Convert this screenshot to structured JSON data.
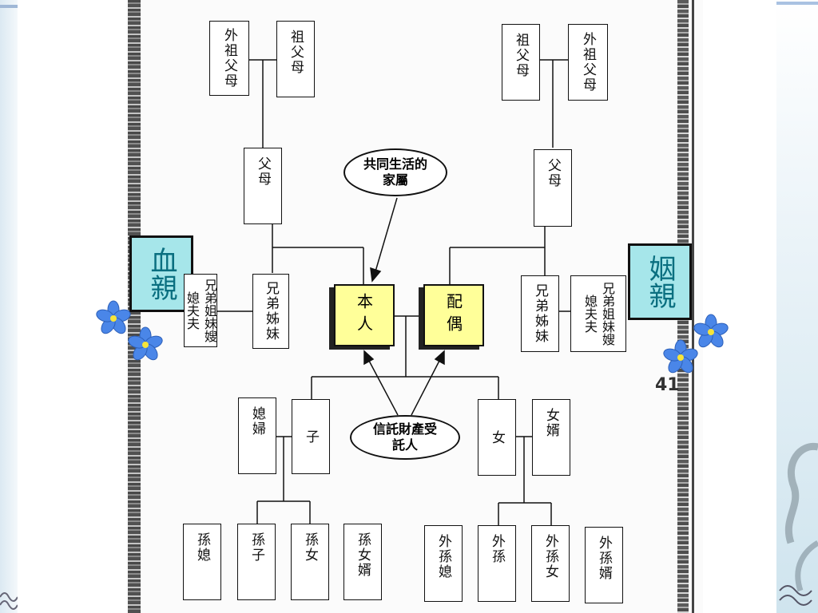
{
  "relations": {
    "mat_grandparents": "外祖父母",
    "pat_grandparents_l": "祖父母",
    "pat_grandparents_r": "祖父母",
    "mat_grandparents_r": "外祖父母",
    "parents_l": "父母",
    "parents_r": "父母",
    "siblings_l": "兄弟姊妹",
    "siblings_spouse_l": "兄弟姐妹嫂媳夫夫",
    "siblings_r": "兄弟姊妹",
    "siblings_spouse_r": "兄弟姐妹嫂媳夫夫",
    "self": "本人",
    "spouse": "配偶",
    "daughter_in_law": "媳婦",
    "son": "子",
    "daughter": "女",
    "son_in_law": "女婿",
    "gc_daughter_in_law": "孫媳",
    "grandson": "孫子",
    "granddaughter": "孫女",
    "gc_son_in_law": "孫女婿",
    "ext_gc_daughter_in_law": "外孫媳",
    "ext_grandson": "外孫",
    "ext_granddaughter": "外孫女",
    "ext_gc_son_in_law": "外孫婿"
  },
  "callouts": {
    "household": "共同生活的家屬",
    "trustee": "信託財產受託人"
  },
  "tags": {
    "blood": "血親",
    "marriage": "姻親"
  },
  "margin_mark": "41",
  "colors": {
    "self_fill": "#ffff99",
    "tag_fill": "#a6e6ea",
    "tag_text": "#0a6f80",
    "flower": "#4a86e8"
  }
}
